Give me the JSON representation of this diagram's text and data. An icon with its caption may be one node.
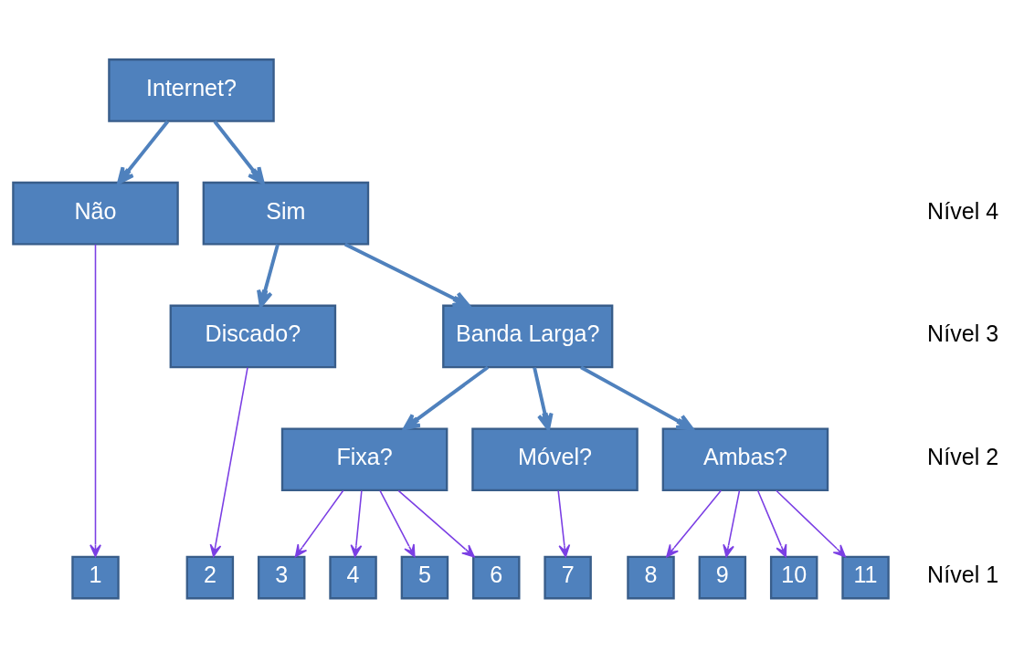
{
  "diagram": {
    "nodes": [
      {
        "text": [
          "Internet?"
        ]
      },
      {
        "text": [
          "Não"
        ]
      },
      {
        "text": [
          "Sim"
        ]
      },
      {
        "text": [
          "Discado?"
        ]
      },
      {
        "text": [
          "Banda Larga?"
        ]
      },
      {
        "text": [
          "Fixa?"
        ]
      },
      {
        "text": [
          "Móvel?"
        ]
      },
      {
        "text": [
          "Ambas?"
        ]
      },
      {
        "text": [
          "1"
        ]
      },
      {
        "text": [
          "2"
        ]
      },
      {
        "text": [
          "3"
        ]
      },
      {
        "text": [
          "4"
        ]
      },
      {
        "text": [
          "5"
        ]
      },
      {
        "text": [
          "6"
        ]
      },
      {
        "text": [
          "7"
        ]
      },
      {
        "text": [
          "8"
        ]
      },
      {
        "text": [
          "9"
        ]
      },
      {
        "text": [
          "10"
        ]
      },
      {
        "text": [
          "11"
        ]
      }
    ],
    "edges": [
      {
        "from": 0,
        "to": 1,
        "arrow": "to",
        "style": "thick",
        "color": "#4f81bd"
      },
      {
        "from": 0,
        "to": 2,
        "arrow": "to",
        "style": "thick",
        "color": "#4f81bd"
      },
      {
        "from": 1,
        "to": 8,
        "arrow": "to"
      },
      {
        "from": 2,
        "to": 3,
        "arrow": "to",
        "style": "thick",
        "color": "#4f81bd"
      },
      {
        "from": 2,
        "to": 4,
        "arrow": "to",
        "style": "thick",
        "color": "#4f81bd"
      },
      {
        "from": 3,
        "to": 9,
        "arrow": "to"
      },
      {
        "from": 4,
        "to": 5,
        "arrow": "to",
        "style": "thick",
        "color": "#4f81bd"
      },
      {
        "from": 4,
        "to": 6,
        "arrow": "to",
        "style": "thick",
        "color": "#4f81bd"
      },
      {
        "from": 4,
        "to": 7,
        "arrow": "to",
        "style": "thick",
        "color": "#4f81bd"
      },
      {
        "from": 5,
        "to": 10,
        "arrow": "to"
      },
      {
        "from": 5,
        "to": 11,
        "arrow": "to"
      },
      {
        "from": 5,
        "to": 12,
        "arrow": "to"
      },
      {
        "from": 5,
        "to": 13,
        "arrow": "to"
      },
      {
        "from": 6,
        "to": 14,
        "arrow": "to"
      },
      {
        "from": 7,
        "to": 15,
        "arrow": "to"
      },
      {
        "from": 7,
        "to": 16,
        "arrow": "to"
      },
      {
        "from": 7,
        "to": 17,
        "arrow": "to"
      },
      {
        "from": 7,
        "to": 18,
        "arrow": "to"
      }
    ],
    "labels": [
      "Nível 4",
      "Nível 3",
      "Nível 2",
      "Nível 1"
    ]
  }
}
